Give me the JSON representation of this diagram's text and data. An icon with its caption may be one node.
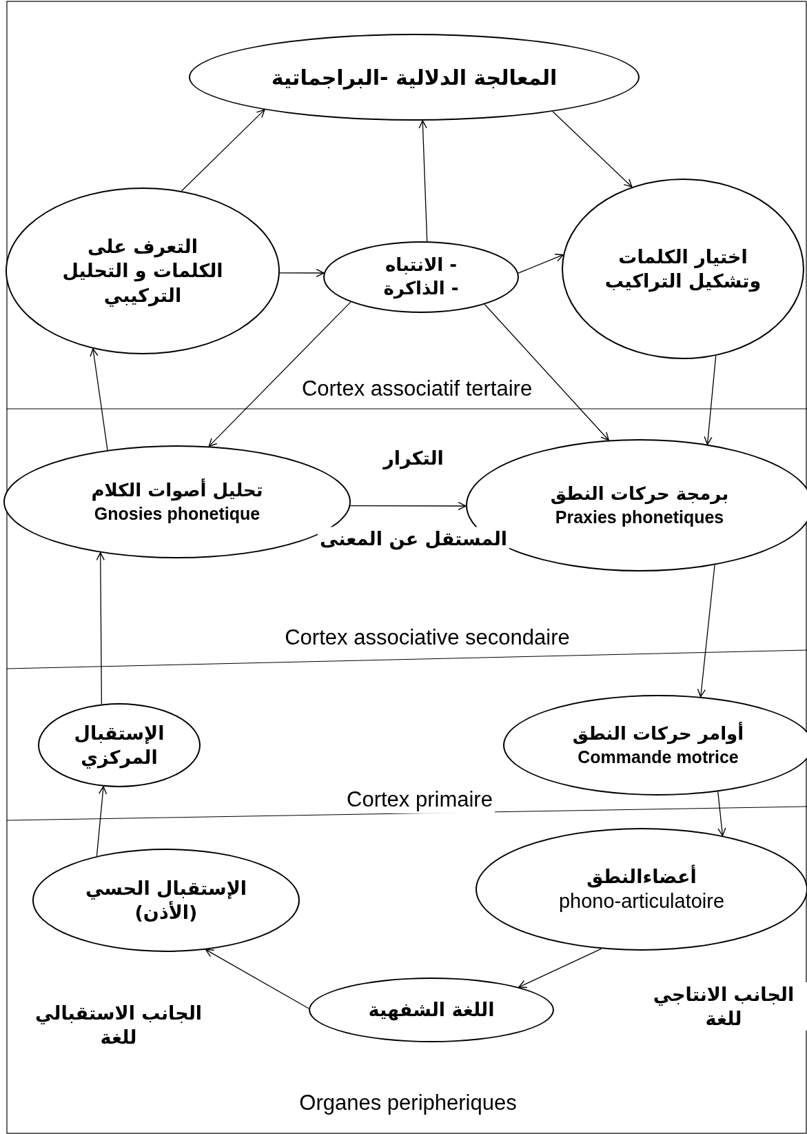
{
  "diagram": {
    "nodes": [
      {
        "text": [
          "المعالجة الدلالية -البراجماتية"
        ]
      },
      {
        "text": [
          "التعرف على الكلمات و التحليل التركيبي"
        ]
      },
      {
        "text": [
          "- الانتباه",
          "- الذاكرة"
        ]
      },
      {
        "text": [
          "اختيار الكلمات وتشكيل التراكيب"
        ]
      },
      {
        "text": [
          "تحليل أصوات الكلام",
          "Gnosies phonetique"
        ]
      },
      {
        "text": [
          "برمجة حركات النطق",
          "Praxies phonetiques"
        ]
      },
      {
        "text": [
          "الإستقبال المركزي"
        ]
      },
      {
        "text": [
          "أوامر حركات النطق",
          "Commande motrice"
        ]
      },
      {
        "text": [
          "أعضاءالنطق",
          "phono-articulatoire"
        ]
      },
      {
        "text": [
          "الإستقبال الحسي (الأذن)"
        ]
      },
      {
        "text": [
          "اللغة الشفهية"
        ]
      }
    ],
    "edges": [
      {
        "from": 1,
        "to": 0,
        "arrow": "to"
      },
      {
        "from": 2,
        "to": 0,
        "arrow": "to"
      },
      {
        "from": 0,
        "to": 3,
        "arrow": "to"
      },
      {
        "from": 1,
        "to": 2,
        "arrow": "to"
      },
      {
        "from": 2,
        "to": 3,
        "arrow": "to"
      },
      {
        "from": 2,
        "to": 4,
        "arrow": "to"
      },
      {
        "from": 2,
        "to": 5,
        "arrow": "to"
      },
      {
        "from": 3,
        "to": 5,
        "arrow": "to"
      },
      {
        "from": 4,
        "to": 5,
        "arrow": "to",
        "label": "التكرار"
      },
      {
        "from": 4,
        "to": 1,
        "arrow": "to"
      },
      {
        "from": 5,
        "to": 7,
        "arrow": "to"
      },
      {
        "from": 7,
        "to": 8,
        "arrow": "to"
      },
      {
        "from": 8,
        "to": 10,
        "arrow": "to"
      },
      {
        "from": 10,
        "to": 9,
        "arrow": "to"
      },
      {
        "from": 9,
        "to": 6,
        "arrow": "to"
      },
      {
        "from": 6,
        "to": 4,
        "arrow": "to"
      }
    ],
    "labels": [
      "Cortex associatif tertaire",
      "المستقل عن المعنى",
      "Cortex associative secondaire",
      "Cortex primaire",
      "الجانب الاستقبالي للغة",
      "الجانب الانتاجي للغة",
      "Organes peripheriques"
    ]
  }
}
